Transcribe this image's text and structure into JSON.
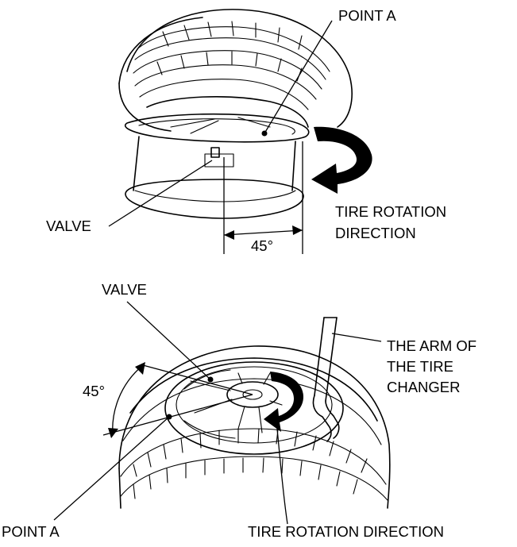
{
  "top_figure": {
    "point_a_label": "POINT A",
    "valve_label": "VALVE",
    "rotation_label_line1": "TIRE ROTATION",
    "rotation_label_line2": "DIRECTION",
    "angle_label": "45°"
  },
  "bottom_figure": {
    "valve_label": "VALVE",
    "arm_label_line1": "THE ARM OF",
    "arm_label_line2": "THE TIRE",
    "arm_label_line3": "CHANGER",
    "angle_label": "45°",
    "point_a_label": "POINT A",
    "rotation_label": "TIRE ROTATION DIRECTION"
  },
  "colors": {
    "line": "#000000",
    "background": "#ffffff"
  },
  "icons": {
    "rotation_arrow": "curved-arrow-icon",
    "point_marker": "dot-marker-icon"
  }
}
